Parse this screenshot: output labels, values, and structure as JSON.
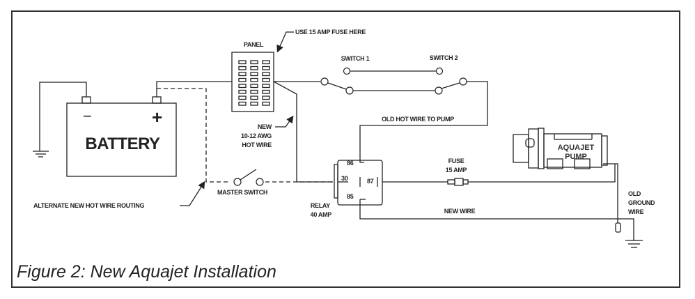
{
  "figure": {
    "caption": "Figure 2: New Aquajet Installation"
  },
  "components": {
    "battery": {
      "label": "BATTERY",
      "negative": "−",
      "positive": "+"
    },
    "panel": {
      "label": "PANEL"
    },
    "panel_note": "USE 15 AMP FUSE HERE",
    "switch1": "SWITCH 1",
    "switch2": "SWITCH 2",
    "master_switch": "MASTER SWITCH",
    "relay": {
      "label_line1": "RELAY",
      "label_line2": "40 AMP",
      "pins": {
        "p86": "86",
        "p30": "30",
        "p87": "87",
        "p85": "85"
      }
    },
    "fuse": {
      "line1": "FUSE",
      "line2": "15 AMP"
    },
    "pump": {
      "line1": "AQUAJET",
      "line2": "PUMP"
    }
  },
  "annotations": {
    "new_hot_wire": [
      "NEW",
      "10-12 AWG",
      "HOT WIRE"
    ],
    "old_hot_wire": "OLD HOT WIRE TO PUMP",
    "new_wire": "NEW WIRE",
    "old_ground_wire": [
      "OLD",
      "GROUND",
      "WIRE"
    ],
    "alternate_routing": "ALTERNATE NEW HOT WIRE ROUTING"
  }
}
